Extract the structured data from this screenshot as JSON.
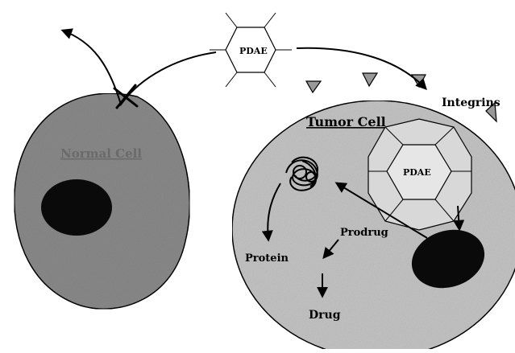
{
  "labels": {
    "pdae_outside": "PDAE",
    "pdae_inside": "PDAE",
    "integrins": "Integrins",
    "tumor_cell": "Tumor Cell",
    "normal_cell": "Normal Cell",
    "protein": "Protein",
    "prodrug": "Prodrug",
    "drug": "Drug"
  },
  "colors": {
    "normal_cell_fill": "#8a8a8a",
    "tumor_cell_fill": "#c4c4c4",
    "nucleus_fill": "#0a0a0a",
    "stroke": "#000000",
    "integrin_fill": "#999999"
  }
}
